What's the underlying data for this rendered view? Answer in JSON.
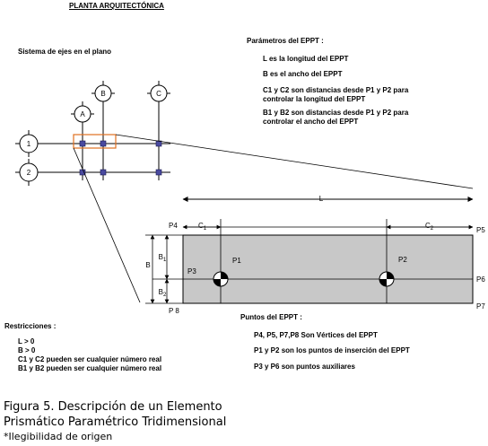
{
  "header": {
    "title": "PLANTA ARQUITECTÓNICA"
  },
  "plan": {
    "title": "Sistema de ejes en el plano",
    "axes": {
      "a": "A",
      "b": "B",
      "c": "C",
      "r1": "1",
      "r2": "2"
    }
  },
  "params": {
    "title": "Parámetros del EPPT :",
    "l": "L es la longitud del EPPT",
    "b": "B es el ancho del EPPT",
    "c1_line1": "C1 y C2 son distancias desde P1 y P2 para",
    "c1_line2": "controlar la longitud del EPPT",
    "b1_line1": "B1 y B2 son distancias desde P1 y P2 para",
    "b1_line2": "controlar el ancho del EPPT"
  },
  "element": {
    "L": "L",
    "B": "B",
    "B1": "B",
    "B1_sub": "1",
    "B2": "B",
    "B2_sub": "2",
    "C1": "C",
    "C1_sub": "1",
    "C2": "C",
    "C2_sub": "2",
    "P1": "P1",
    "P2": "P2",
    "P3": "P3",
    "P4": "P4",
    "P5": "P5",
    "P6": "P6",
    "P7": "P7",
    "P8": "P 8"
  },
  "restrictions": {
    "title": "Restricciones :",
    "r1": "L > 0",
    "r2": "B > 0",
    "r3": "C1 y C2 pueden ser cualquier número real",
    "r4": "B1 y B2 pueden ser cualquier número real"
  },
  "points": {
    "title": "Puntos del EPPT :",
    "p1": "P4, P5, P7,P8 Son Vértices del EPPT",
    "p2": "P1 y P2 son los puntos de inserción del EPPT",
    "p3": "P3 y P6 son puntos auxiliares"
  },
  "caption": {
    "line1": "Figura 5. Descripción de un Elemento",
    "line2": "Prismático Paramétrico Tridimensional",
    "note": "*Ilegibilidad de origen"
  },
  "colors": {
    "element_fill": "#c8c8c8",
    "highlight": "#e07020",
    "node": "#4a4aa0"
  }
}
